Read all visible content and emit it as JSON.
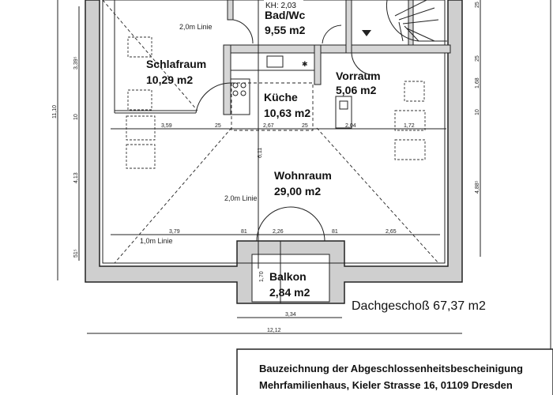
{
  "plan": {
    "header_note": "KH: 2,03",
    "rooms": {
      "bad": {
        "name": "Bad/Wc",
        "area": "9,55 m2"
      },
      "schlafraum": {
        "name": "Schlafraum",
        "area": "10,29 m2"
      },
      "kueche": {
        "name": "Küche",
        "area": "10,63 m2"
      },
      "vorraum": {
        "name": "Vorraum",
        "area": "5,06 m2"
      },
      "wohnraum": {
        "name": "Wohnraum",
        "area": "29,00 m2"
      },
      "balkon": {
        "name": "Balkon",
        "area": "2,84 m2"
      }
    },
    "lines": {
      "line_2m_a": "2,0m Linie",
      "line_2m_b": "2,0m Linie",
      "line_1m": "1,0m Linie"
    },
    "dimensions": {
      "left_total": "11,10",
      "left": [
        "3,39⁵",
        "10",
        "4,13",
        "51⁵"
      ],
      "right": [
        "25",
        "25",
        "1,68",
        "10",
        "4,88⁵"
      ],
      "row_upper": [
        "3,59",
        "25",
        "2,67",
        "25",
        "2,04",
        "1,72"
      ],
      "row_lower": [
        "3,79",
        "81",
        "2,26",
        "81",
        "2,65"
      ],
      "wohnraum_depth": "6,11",
      "balkon_depth": "1,70",
      "balkon_width": "3,34",
      "total_width": "12,12"
    },
    "total_area": "Dachgeschoß 67,37 m2"
  },
  "title_block": {
    "line1": "Bauzeichnung der Abgeschlossenheitsbescheinigung",
    "line2": "Mehrfamilienhaus, Kieler Strasse 16, 01109  Dresden"
  }
}
